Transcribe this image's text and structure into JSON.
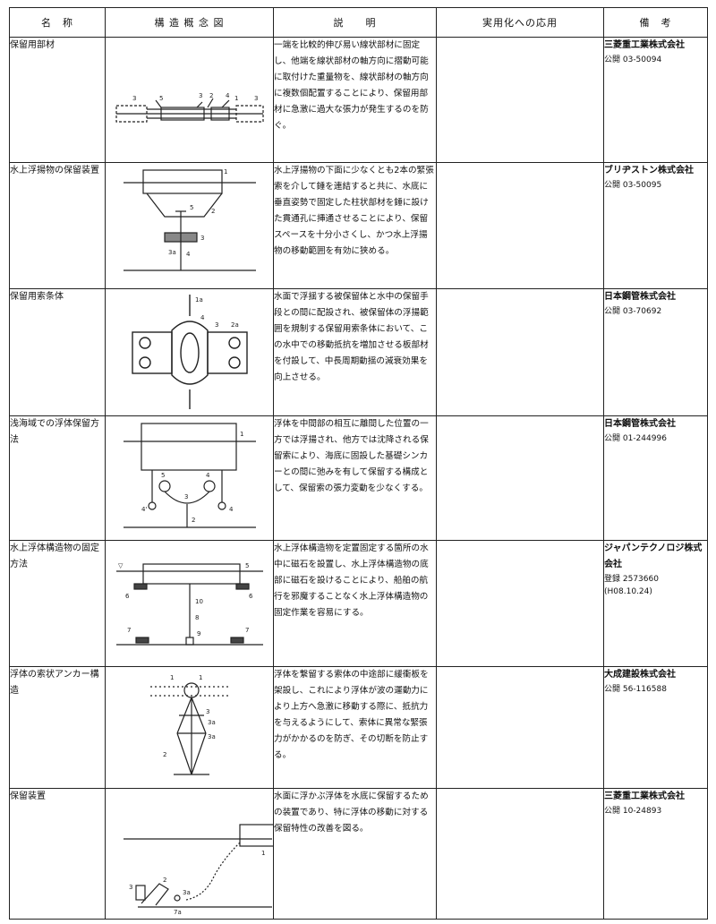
{
  "header": {
    "col_name": "名　称",
    "col_diagram": "構 造 概 念 図",
    "col_description": "説　　明",
    "col_application": "実用化への応用",
    "col_remarks": "備　考"
  },
  "rows": [
    {
      "name": "保留用部材",
      "description": "一端を比較的伸び易い線状部材に固定し、他端を線状部材の軸方向に摺動可能に取付けた重量物を、線状部材の軸方向に複数個配置することにより、保留用部材に急激に過大な張力が発生するのを防ぐ。",
      "application": "",
      "company": "三菱重工業株式会社",
      "number": "公開 03-50094",
      "date": "",
      "labels": [
        "3",
        "5",
        "3",
        "2",
        "4",
        "1",
        "3"
      ]
    },
    {
      "name": "水上浮揚物の保留装置",
      "description": "水上浮揚物の下面に少なくとも2本の緊張索を介して錘を連結すると共に、水底に垂直姿勢で固定した柱状部材を錘に設けた貫通孔に挿通させることにより、保留スペースを十分小さくし、かつ水上浮揚物の移動範囲を有効に狭める。",
      "application": "",
      "company": "ブリヂストン株式会社",
      "number": "公開 03-50095",
      "date": "",
      "labels": [
        "1",
        "5",
        "2",
        "3",
        "3a",
        "4"
      ]
    },
    {
      "name": "保留用索条体",
      "description": "水面で浮揺する被保留体と水中の保留手段との間に配設され、被保留体の浮揚範囲を規制する保留用索条体において、この水中での移動抵抗を増加させる板部材を付設して、中長周期動揺の減衰効果を向上させる。",
      "application": "",
      "company": "日本鋼管株式会社",
      "number": "公開 03-70692",
      "date": "",
      "labels": [
        "1a",
        "4",
        "3",
        "2a"
      ]
    },
    {
      "name": "浅海域での浮体保留方法",
      "description": "浮体を中間部の相互に離間した位置の一方では浮揚され、他方では沈降される保留索により、海底に固設した基礎シンカーとの間に弛みを有して保留する構成として、保留索の張力変動を少なくする。",
      "application": "",
      "company": "日本鋼管株式会社",
      "number": "公開 01-244996",
      "date": "",
      "labels": [
        "1",
        "5",
        "4",
        "3",
        "4'",
        "4",
        "2"
      ]
    },
    {
      "name": "水上浮体構造物の固定方法",
      "description": "水上浮体構造物を定置固定する箇所の水中に磁石を設置し、水上浮体構造物の底部に磁石を設けることにより、船舶の航行を邪魔することなく水上浮体構造物の固定作業を容易にする。",
      "application": "",
      "company": "ジャパンテクノロジ株式会社",
      "number": "登録 2573660",
      "date": "(H08.10.24)",
      "labels": [
        "5",
        "6",
        "6",
        "10",
        "8",
        "9",
        "7",
        "7"
      ]
    },
    {
      "name": "浮体の索状アンカー構造",
      "description": "浮体を繋留する索体の中途部に緩衝板を架設し、これにより浮体が波の運動力により上方へ急激に移動する際に、抵抗力を与えるようにして、索体に異常な緊張力がかかるのを防ぎ、その切断を防止する。",
      "application": "",
      "company": "大成建設株式会社",
      "number": "公開 56-116588",
      "date": "",
      "labels": [
        "1",
        "1",
        "3",
        "3a",
        "3a",
        "2"
      ]
    },
    {
      "name": "保留装置",
      "description": "水面に浮かぶ浮体を水底に保留するための装置であり、特に浮体の移動に対する保留特性の改善を図る。",
      "application": "",
      "company": "三菱重工業株式会社",
      "number": "公開 10-24893",
      "date": "",
      "labels": [
        "1",
        "3",
        "2",
        "3a",
        "7a"
      ]
    }
  ]
}
